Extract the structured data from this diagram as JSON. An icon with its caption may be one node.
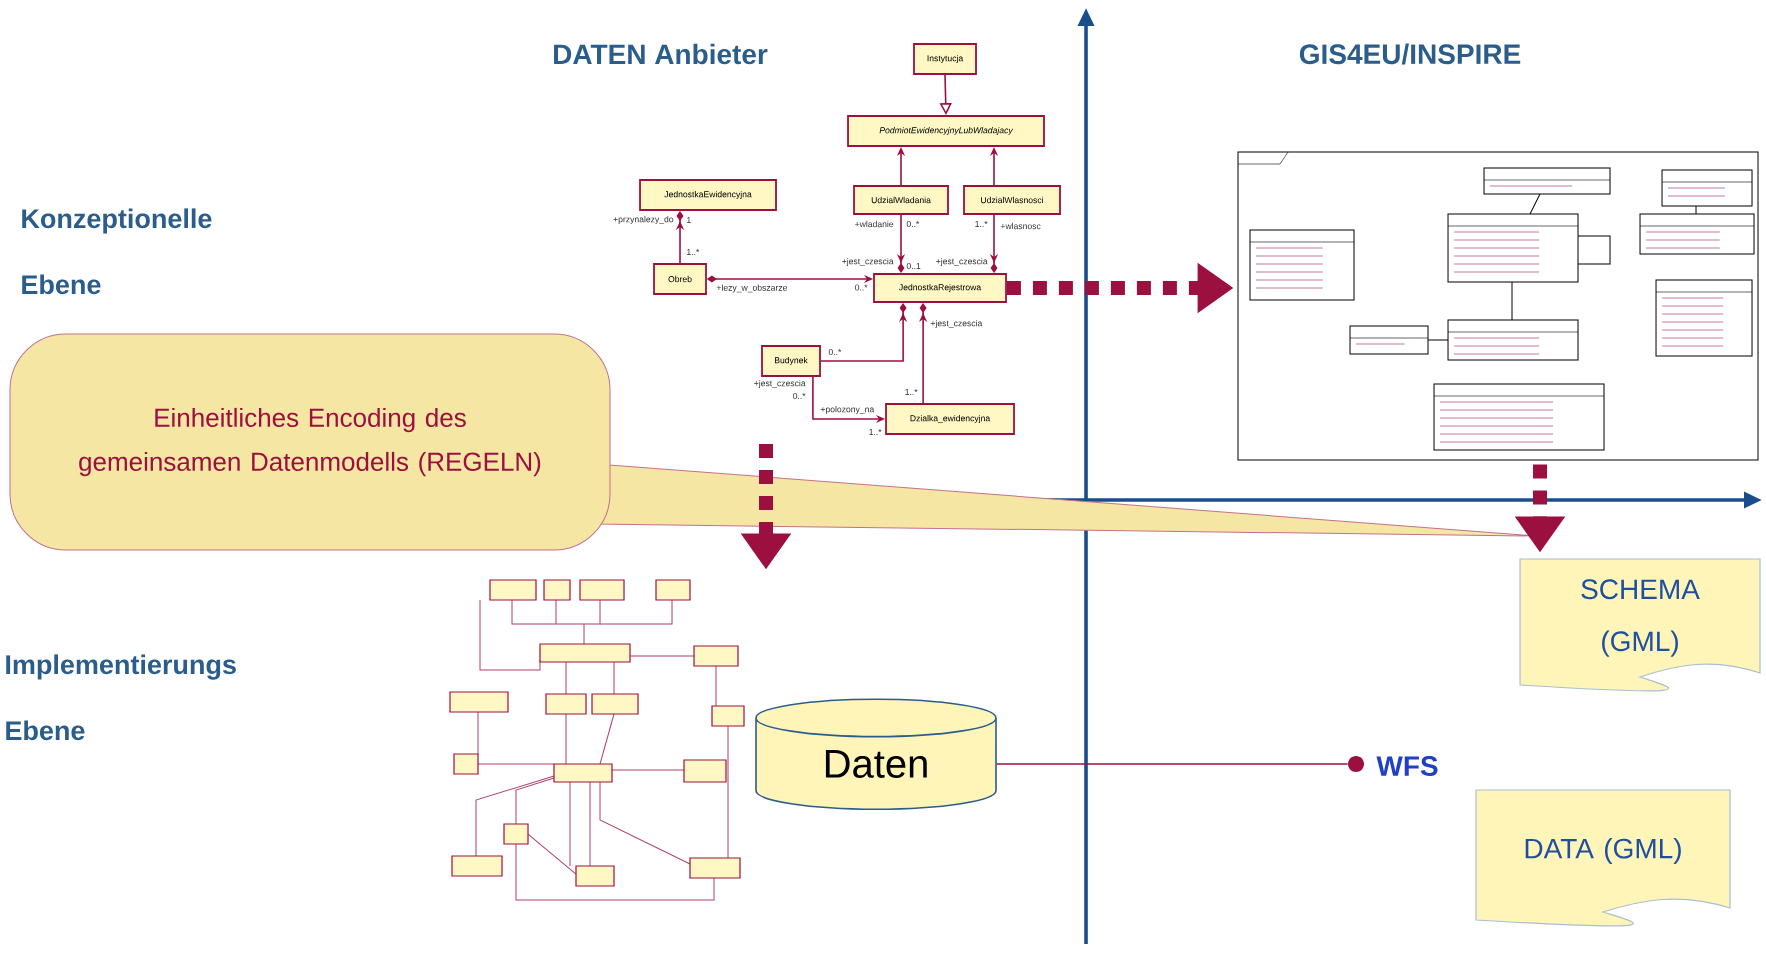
{
  "diagram": {
    "nodes": [
      {
        "text": [
          "Instytucja"
        ]
      },
      {
        "text": [
          "PodmiotEwidencyjnyLubWladajacy"
        ]
      },
      {
        "text": [
          "JednostkaEwidencyjna"
        ]
      },
      {
        "text": [
          "UdzialWladania"
        ]
      },
      {
        "text": [
          "UdzialWlasnosci"
        ]
      },
      {
        "text": [
          "Obreb"
        ]
      },
      {
        "text": [
          "JednostkaRejestrowa"
        ]
      },
      {
        "text": [
          "Budynek"
        ]
      },
      {
        "text": [
          "Dzialka_ewidencyjna"
        ]
      },
      {
        "text": [
          "Einheitliches Encoding des gemeinsamen Datenmodells (REGELN)"
        ]
      },
      {
        "text": [],
        "shape": "picture"
      },
      {
        "text": [],
        "shape": "picture"
      },
      {
        "text": [
          "Daten"
        ]
      },
      {
        "text": [
          "SCHEMA (GML)"
        ]
      },
      {
        "text": [
          "DATA (GML)"
        ]
      },
      {
        "text": [],
        "shape": "circle",
        "beside": [
          "WFS"
        ]
      }
    ],
    "edges": [
      {
        "from": 0,
        "to": 1,
        "arrow": "to"
      },
      {
        "from": 3,
        "to": 1,
        "arrow": "to"
      },
      {
        "from": 4,
        "to": 1,
        "arrow": "to"
      },
      {
        "from": 3,
        "to": 6,
        "arrow": "to"
      },
      {
        "from": 4,
        "to": 6,
        "arrow": "to"
      },
      {
        "from": 5,
        "to": 2,
        "arrow": "to"
      },
      {
        "from": 5,
        "to": 6,
        "arrow": "to"
      },
      {
        "from": 7,
        "to": 6,
        "arrow": "to"
      },
      {
        "from": 8,
        "to": 6,
        "arrow": "to"
      },
      {
        "from": 7,
        "to": 8,
        "arrow": "to"
      },
      {
        "from": 6,
        "to": 10,
        "arrow": "to",
        "style": "dashed"
      },
      {
        "from": null,
        "to": 11,
        "arrow": "to",
        "style": "dashed"
      },
      {
        "from": 10,
        "to": 13,
        "arrow": "to",
        "style": "dashed"
      },
      {
        "from": 12,
        "to": 15,
        "arrow": "none"
      }
    ],
    "labels": [
      "DATEN Anbieter",
      "GIS4EU/INSPIRE",
      "Konzeptionelle Ebene",
      "Implementierungs Ebene",
      "+przynalezy_do",
      "1",
      "+wladanie",
      "0..*",
      "1..*",
      "+wlasnosc",
      "1..*",
      "+jest_czescia",
      "0..1",
      "+jest_czescia",
      "+lezy_w_obszarze",
      "0..*",
      "+jest_czescia",
      "0..*",
      "+jest_czescia",
      "0..*",
      "1..*",
      "+polozony_na",
      "1..*"
    ]
  }
}
